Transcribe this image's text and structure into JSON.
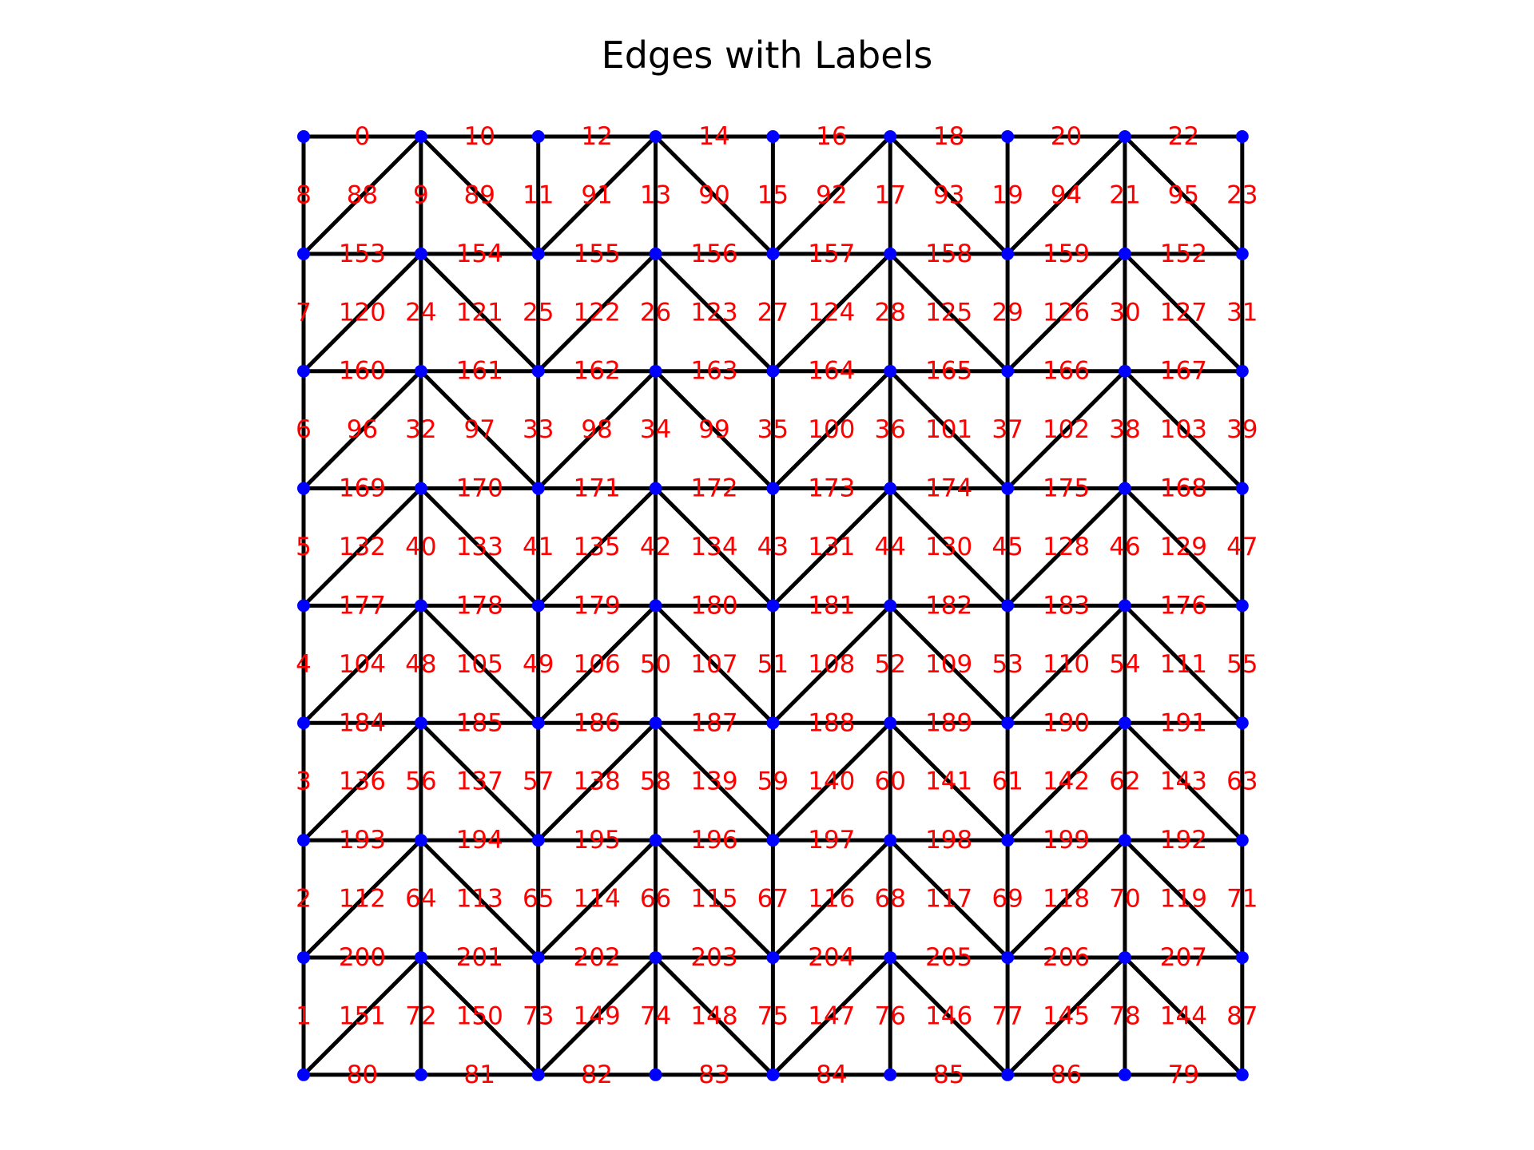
{
  "title": "Edges with Labels",
  "colors": {
    "edge": "#000000",
    "node": "#0000ff",
    "label": "#ff0000"
  },
  "grid": {
    "columns": 9,
    "rows": 9
  },
  "horizontal_labels": [
    [
      0,
      10,
      12,
      14,
      16,
      18,
      20,
      22
    ],
    [
      153,
      154,
      155,
      156,
      157,
      158,
      159,
      152
    ],
    [
      160,
      161,
      162,
      163,
      164,
      165,
      166,
      167
    ],
    [
      169,
      170,
      171,
      172,
      173,
      174,
      175,
      168
    ],
    [
      177,
      178,
      179,
      180,
      181,
      182,
      183,
      176
    ],
    [
      184,
      185,
      186,
      187,
      188,
      189,
      190,
      191
    ],
    [
      193,
      194,
      195,
      196,
      197,
      198,
      199,
      192
    ],
    [
      200,
      201,
      202,
      203,
      204,
      205,
      206,
      207
    ],
    [
      80,
      81,
      82,
      83,
      84,
      85,
      86,
      79
    ]
  ],
  "vertical_labels": [
    [
      8,
      9,
      11,
      13,
      15,
      17,
      19,
      21,
      23
    ],
    [
      7,
      24,
      25,
      26,
      27,
      28,
      29,
      30,
      31
    ],
    [
      6,
      32,
      33,
      34,
      35,
      36,
      37,
      38,
      39
    ],
    [
      5,
      40,
      41,
      42,
      43,
      44,
      45,
      46,
      47
    ],
    [
      4,
      48,
      49,
      50,
      51,
      52,
      53,
      54,
      55
    ],
    [
      3,
      56,
      57,
      58,
      59,
      60,
      61,
      62,
      63
    ],
    [
      2,
      64,
      65,
      66,
      67,
      68,
      69,
      70,
      71
    ],
    [
      1,
      72,
      73,
      74,
      75,
      76,
      77,
      78,
      87
    ]
  ],
  "diagonal_labels": [
    [
      88,
      89,
      91,
      90,
      92,
      93,
      94,
      95
    ],
    [
      120,
      121,
      122,
      123,
      124,
      125,
      126,
      127
    ],
    [
      96,
      97,
      98,
      99,
      100,
      101,
      102,
      103
    ],
    [
      132,
      133,
      135,
      134,
      131,
      130,
      128,
      129
    ],
    [
      104,
      105,
      106,
      107,
      108,
      109,
      110,
      111
    ],
    [
      136,
      137,
      138,
      139,
      140,
      141,
      142,
      143
    ],
    [
      112,
      113,
      114,
      115,
      116,
      117,
      118,
      119
    ],
    [
      151,
      150,
      149,
      148,
      147,
      146,
      145,
      144
    ]
  ],
  "diagonal_direction": [
    [
      "/",
      "\\",
      "/",
      "\\",
      "/",
      "\\",
      "/",
      "\\"
    ],
    [
      "/",
      "\\",
      "/",
      "\\",
      "/",
      "\\",
      "/",
      "\\"
    ],
    [
      "/",
      "\\",
      "/",
      "\\",
      "/",
      "\\",
      "/",
      "\\"
    ],
    [
      "/",
      "\\",
      "/",
      "\\",
      "/",
      "\\",
      "/",
      "\\"
    ],
    [
      "/",
      "\\",
      "/",
      "\\",
      "/",
      "\\",
      "/",
      "\\"
    ],
    [
      "/",
      "\\",
      "/",
      "\\",
      "/",
      "\\",
      "/",
      "\\"
    ],
    [
      "/",
      "\\",
      "/",
      "\\",
      "/",
      "\\",
      "/",
      "\\"
    ],
    [
      "/",
      "\\",
      "/",
      "\\",
      "/",
      "\\",
      "/",
      "\\"
    ]
  ]
}
